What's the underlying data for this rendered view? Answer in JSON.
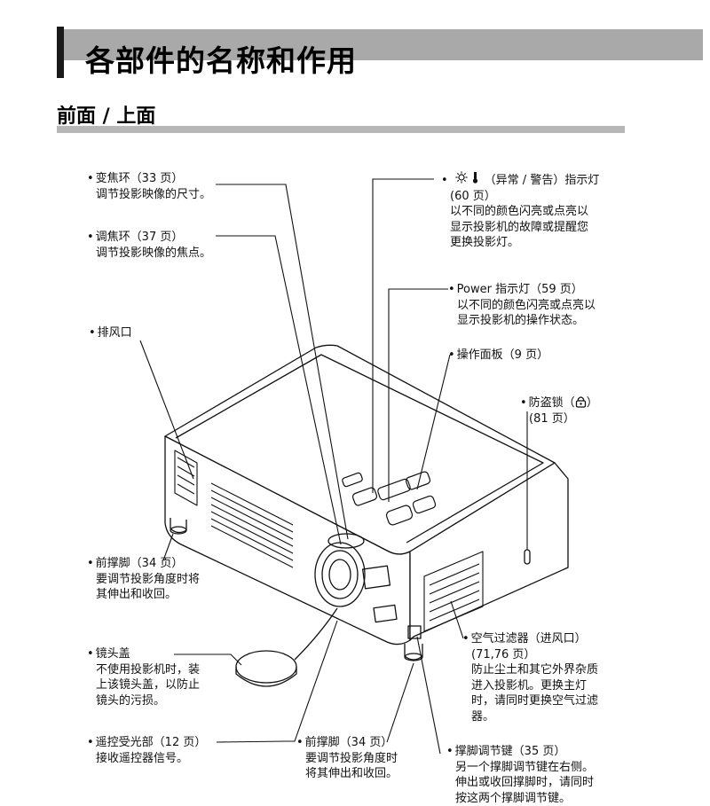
{
  "title": "各部件的名称和作用",
  "section": "前面 / 上面",
  "labels": {
    "zoom_ring": {
      "head": "变焦环（33 页）",
      "desc": [
        "调节投影映像的尺寸。"
      ]
    },
    "focus_ring": {
      "head": "调焦环（37 页）",
      "desc": [
        "调节投影映像的焦点。"
      ]
    },
    "exhaust": {
      "head": "排风口",
      "desc": []
    },
    "front_foot_left": {
      "head": "前撑脚（34 页）",
      "desc": [
        "要调节投影角度时将",
        "其伸出和收回。"
      ]
    },
    "lens_cap": {
      "head": "镜头盖",
      "desc": [
        "不使用投影机时，装",
        "上该镜头盖，以防止",
        "镜头的污损。"
      ]
    },
    "remote_receiver": {
      "head": "遥控受光部（12 页）",
      "desc": [
        "接收遥控器信号。"
      ]
    },
    "front_foot_bottom": {
      "head": "前撑脚（34 页）",
      "desc": [
        "要调节投影角度时",
        "将其伸出和收回。"
      ]
    },
    "warning_indicator": {
      "head": "（异常 / 警告）指示灯",
      "desc": [
        "(60 页）",
        "以不同的颜色闪亮或点亮以",
        "显示投影机的故障或提醒您",
        "更换投影灯。"
      ]
    },
    "power_indicator": {
      "head": "Power  指示灯（59 页）",
      "desc": [
        "以不同的颜色闪亮或点亮以",
        "显示投影机的操作状态。"
      ]
    },
    "control_panel": {
      "head": "操作面板（9 页）",
      "desc": []
    },
    "security_lock": {
      "head": "防盗锁（",
      "head_tail": "）",
      "desc": [
        "(81 页）"
      ]
    },
    "air_filter": {
      "head": "空气过滤器（进风口）",
      "desc": [
        "(71,76 页）",
        "防止尘土和其它外界杂质",
        "进入投影机。更换主灯",
        "时，请同时更换空气过滤",
        "器。"
      ]
    },
    "foot_adjust": {
      "head": "撑脚调节键（35 页）",
      "desc": [
        "另一个撑脚调节键在右侧。",
        "伸出或收回撑脚时，请同时",
        "按这两个撑脚调节键。"
      ]
    }
  },
  "icons": {
    "warning": [
      "sun-icon",
      "thermometer-icon"
    ],
    "lock": "lock-icon"
  }
}
